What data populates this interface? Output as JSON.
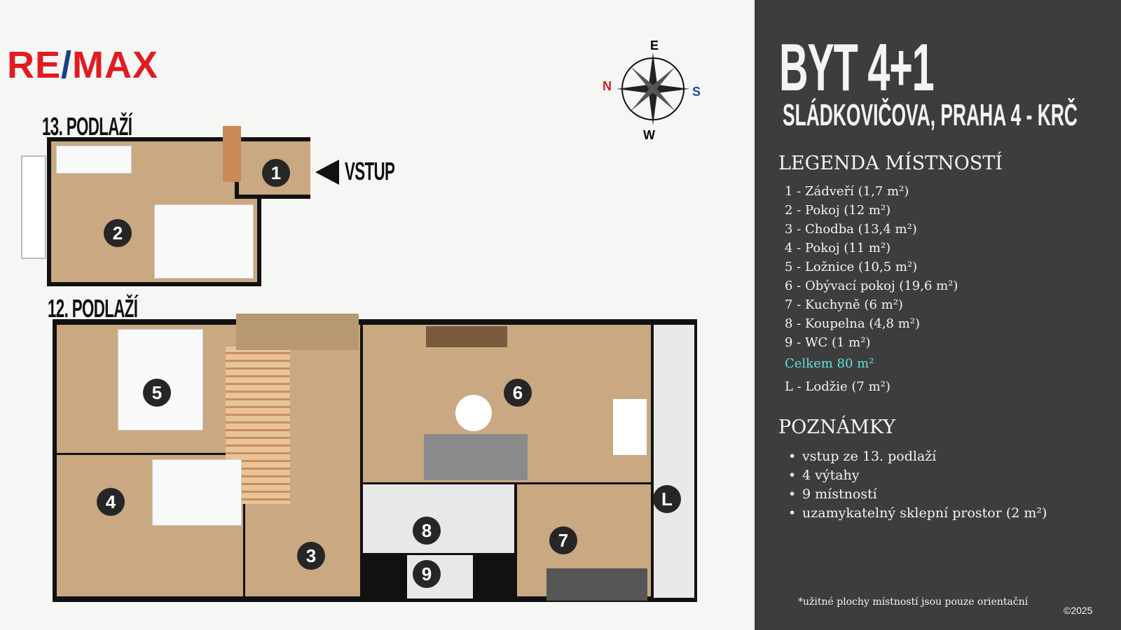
{
  "logo": {
    "text_left": "RE",
    "slash": "/",
    "text_right": "MAX"
  },
  "floors": {
    "upper": "13. PODLAŽÍ",
    "lower": "12. PODLAŽÍ"
  },
  "entry_label": "VSTUP",
  "compass": {
    "n": "N",
    "e": "E",
    "s": "S",
    "w": "W"
  },
  "room_markers": [
    "1",
    "2",
    "3",
    "4",
    "5",
    "6",
    "7",
    "8",
    "9",
    "L"
  ],
  "panel": {
    "title": "BYT 4+1",
    "subtitle": "SLÁDKOVIČOVA, PRAHA 4 - KRČ",
    "legend_heading": "LEGENDA MÍSTNOSTÍ",
    "legend": [
      "1 - Zádveří (1,7 m²)",
      "2 - Pokoj (12 m²)",
      "3 - Chodba (13,4 m²)",
      "4 - Pokoj (11 m²)",
      "5 - Ložnice (10,5 m²)",
      "6 - Obývací pokoj (19,6 m²)",
      "7 - Kuchyně (6 m²)",
      "8 - Koupelna (4,8 m²)",
      "9 - WC (1 m²)"
    ],
    "total": "Celkem 80 m²",
    "loggia": "L - Lodžie (7 m²)",
    "notes_heading": "POZNÁMKY",
    "notes": [
      "vstup ze 13. podlaží",
      "4 výtahy",
      "9 místností",
      "uzamykatelný sklepní prostor (2 m²)"
    ],
    "footnote": "*užitné plochy místností jsou pouze orientační",
    "copyright": "©2025"
  },
  "colors": {
    "panel": "#3d3d3d",
    "accent": "#5ee0e0",
    "brand_red": "#e11b22",
    "brand_blue": "#1b3e8c"
  }
}
